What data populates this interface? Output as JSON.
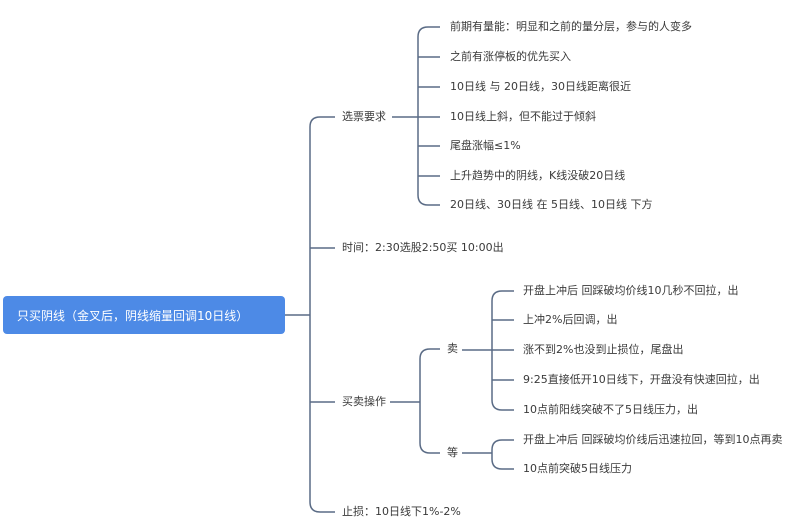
{
  "root": {
    "label": "只买阴线（金叉后，阴线缩量回调10日线）"
  },
  "branches": {
    "selection": {
      "label": "选票要求",
      "items": [
        "前期有量能：明显和之前的量分层，参与的人变多",
        "之前有涨停板的优先买入",
        "10日线 与 20日线，30日线距离很近",
        "10日线上斜，但不能过于倾斜",
        "尾盘涨幅≤1%",
        "上升趋势中的阴线，K线没破20日线",
        "20日线、30日线 在 5日线、10日线 下方"
      ]
    },
    "time": {
      "label": "时间：2:30选股2:50买 10:00出"
    },
    "trading": {
      "label": "买卖操作",
      "sell": {
        "label": "卖",
        "items": [
          "开盘上冲后 回踩破均价线10几秒不回拉，出",
          "上冲2%后回调，出",
          "涨不到2%也没到止损位，尾盘出",
          "9:25直接低开10日线下，开盘没有快速回拉，出",
          "10点前阳线突破不了5日线压力，出"
        ]
      },
      "wait": {
        "label": "等",
        "items": [
          "开盘上冲后 回踩破均价线后迅速拉回，等到10点再卖",
          "10点前突破5日线压力"
        ]
      }
    },
    "stoploss": {
      "label": "止损：10日线下1%-2%"
    }
  },
  "colors": {
    "root": "#4d8ae6",
    "line": "#5a6b85"
  }
}
